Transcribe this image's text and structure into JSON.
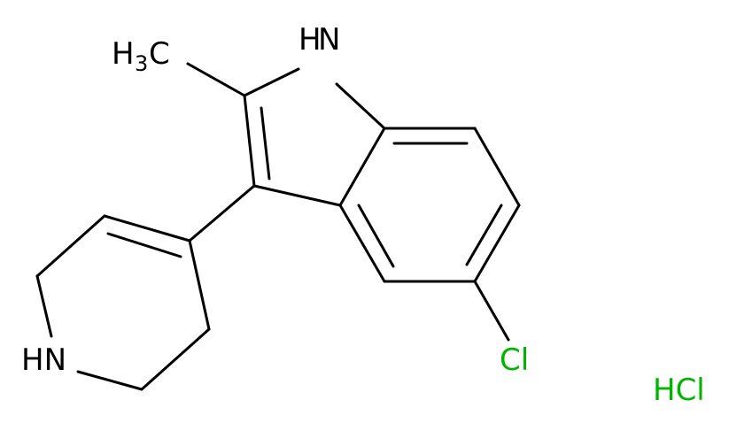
{
  "structure": {
    "atoms": {
      "nh_indole": "H N",
      "methyl_main": "H",
      "methyl_sub": "3",
      "methyl_c": "C",
      "nh_ring": "HN",
      "chloro": "Cl"
    },
    "salt": "HCl"
  },
  "colors": {
    "bond": "#000000",
    "heteroatom": "#000000",
    "chlorine": "#00b400"
  }
}
